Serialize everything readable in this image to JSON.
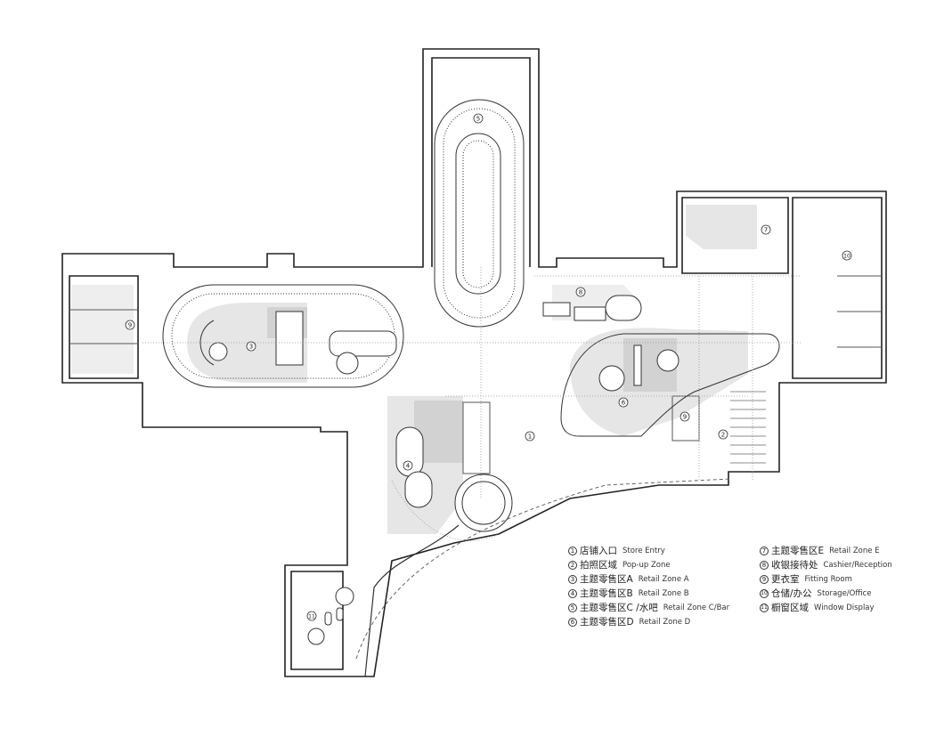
{
  "legend": {
    "left": [
      {
        "num": "1",
        "cn": "店铺入口",
        "en": "Store Entry"
      },
      {
        "num": "2",
        "cn": "拍照区域",
        "en": "Pop-up Zone"
      },
      {
        "num": "3",
        "cn": "主题零售区A",
        "en": "Retail Zone A"
      },
      {
        "num": "4",
        "cn": "主题零售区B",
        "en": "Retail Zone B"
      },
      {
        "num": "5",
        "cn": "主题零售区C /水吧",
        "en": "Retail Zone C/Bar"
      },
      {
        "num": "6",
        "cn": "主题零售区D",
        "en": "Retail Zone D"
      }
    ],
    "right": [
      {
        "num": "7",
        "cn": "主题零售区E",
        "en": "Retail Zone E"
      },
      {
        "num": "8",
        "cn": "收银接待处",
        "en": "Cashier/Reception"
      },
      {
        "num": "9",
        "cn": "更衣室",
        "en": "Fitting Room"
      },
      {
        "num": "10",
        "cn": "仓储/办公",
        "en": "Storage/Office"
      },
      {
        "num": "11",
        "cn": "橱窗区域",
        "en": "Window Display"
      }
    ]
  },
  "zone_markers": [
    "1",
    "2",
    "3",
    "4",
    "5",
    "6",
    "7",
    "8",
    "9",
    "9",
    "10",
    "11"
  ],
  "colors": {
    "wall": "#222222",
    "fill": "#e6e6e6",
    "fill_dark": "#d2d2d2",
    "dotted": "#999999"
  }
}
